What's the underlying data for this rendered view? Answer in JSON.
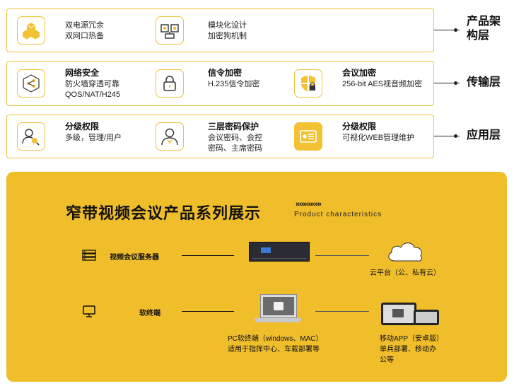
{
  "rows": [
    {
      "layer": "产品架构层",
      "layer_lines": [
        "产品架",
        "构层"
      ],
      "items": [
        {
          "icon": "cubes-icon",
          "lines": [
            "双电源冗余",
            "双网口热备"
          ]
        },
        {
          "icon": "module-icon",
          "lines": [
            "模块化设计",
            "加密狗机制"
          ]
        }
      ]
    },
    {
      "layer": "传输层",
      "items": [
        {
          "icon": "network-share-icon",
          "title": "网络安全",
          "lines": [
            "防火墙穿透可靠",
            "QOS/NAT/H245"
          ]
        },
        {
          "icon": "lock-icon",
          "title": "信令加密",
          "lines": [
            "H.235信令加密"
          ]
        },
        {
          "icon": "shield-lock-icon",
          "title": "会议加密",
          "lines": [
            "256-bit AES视音频加密"
          ]
        }
      ]
    },
    {
      "layer": "应用层",
      "items": [
        {
          "icon": "user-search-icon",
          "title": "分级权限",
          "lines": [
            "多级，管理/用户"
          ]
        },
        {
          "icon": "user-icon",
          "title": "三层密码保护",
          "lines": [
            "会议密码、会控",
            "密码、主席密码"
          ]
        },
        {
          "icon": "web-panel-icon",
          "title": "分级权限",
          "lines": [
            "可视化WEB管理维护"
          ]
        }
      ]
    }
  ],
  "showcase": {
    "title": "窄带视频会议产品系列展示",
    "arrows": "»»»»»»»",
    "subtitle": "Product characteristics",
    "server_label": "视频会议服务器",
    "terminal_label": "软终端",
    "cloud_caption": "云平台（公、私有云）",
    "pc_caption": [
      "PC软终端（windows、MAC）",
      "适用于指挥中心、车载部署等"
    ],
    "mobile_caption": [
      "移动APP（安卓版）",
      "单兵部署、移动办",
      "公等"
    ]
  }
}
